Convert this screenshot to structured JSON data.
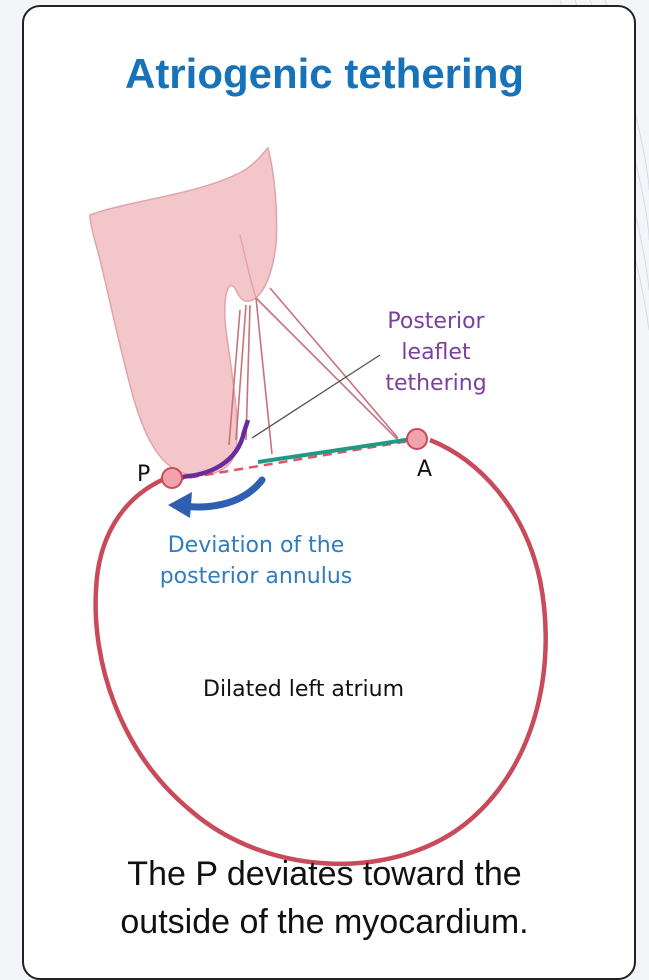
{
  "title": "Atriogenic tethering",
  "labels": {
    "posterior_leaflet_tethering": [
      "Posterior",
      "leaflet",
      "tethering"
    ],
    "point_p": "P",
    "point_a": "A",
    "deviation": [
      "Deviation of the",
      "posterior annulus"
    ],
    "dilated_atrium": "Dilated left atrium"
  },
  "caption": [
    "The P deviates toward the",
    "outside of the myocardium."
  ],
  "colors": {
    "title": "#1673b9",
    "tethering_label": "#7b3fa0",
    "deviation_label": "#2f7cc0",
    "atrium_wall": "#c94a5a",
    "muscle_fill": "#f3c6ca",
    "leaflet_green": "#1f9a86",
    "leaflet_purple": "#6a2c9a",
    "arrow_blue": "#2f5fb0"
  }
}
